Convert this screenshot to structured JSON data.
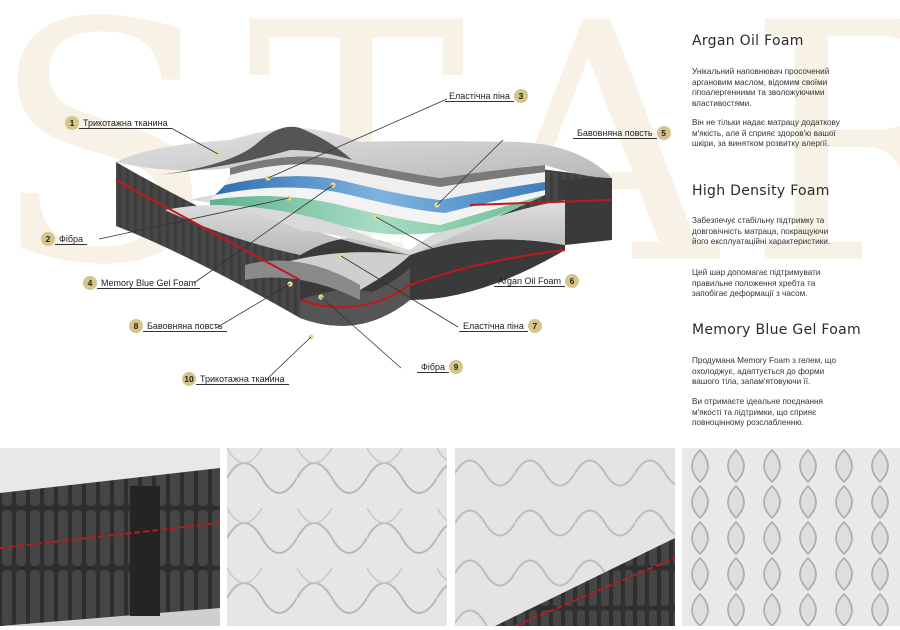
{
  "background": {
    "watermark": "STAR"
  },
  "colors": {
    "accent_gold": "#d6c58a",
    "red_stripe": "#c0191c",
    "dark_fabric": "#3a3a3a",
    "gel_blue": "#4f8fc9",
    "green_foam": "#7cc8a6"
  },
  "callouts": [
    {
      "num": "1",
      "label": "Трикотажна тканина"
    },
    {
      "num": "2",
      "label": "Фібра"
    },
    {
      "num": "3",
      "label": "Еластічна піна"
    },
    {
      "num": "4",
      "label": "Memory Blue Gel Foam"
    },
    {
      "num": "5",
      "label": "Бавовняна повсть"
    },
    {
      "num": "6",
      "label": "Argan Oil Foam"
    },
    {
      "num": "7",
      "label": "Еластічна піна"
    },
    {
      "num": "8",
      "label": "Бавовняна повсть"
    },
    {
      "num": "9",
      "label": "Фібра"
    },
    {
      "num": "10",
      "label": "Трикотажна тканина"
    }
  ],
  "sections": [
    {
      "title": "Argan Oil Foam",
      "paragraphs": [
        "Унікальний наповнювач просочений аргановим маслом, відомим своїми гіпоалергенними та зволожуючими властивостями.",
        "Він не тільки надає матрацу додаткову м'якість, але й сприяє здоров'ю вашої шкіри, за винятком розвитку алергії."
      ]
    },
    {
      "title": "High Density Foam",
      "paragraphs": [
        "Забезпечує стабільну підтримку та довговічність матраца, покращуючи його експлуатаційні характеристики.",
        "Цей шар допомагає підтримувати правильне положення хребта та запобігає деформації з часом."
      ]
    },
    {
      "title": "Memory Blue Gel Foam",
      "paragraphs": [
        "Продумана Memory Foam з гелем, що охолоджує, адаптується до форми вашого тіла, запам'ятовуючи її.",
        "Ви отримаєте ідеальне поєднання м'якості та підтримки, що сприяє повноцінному розслабленню."
      ]
    }
  ]
}
